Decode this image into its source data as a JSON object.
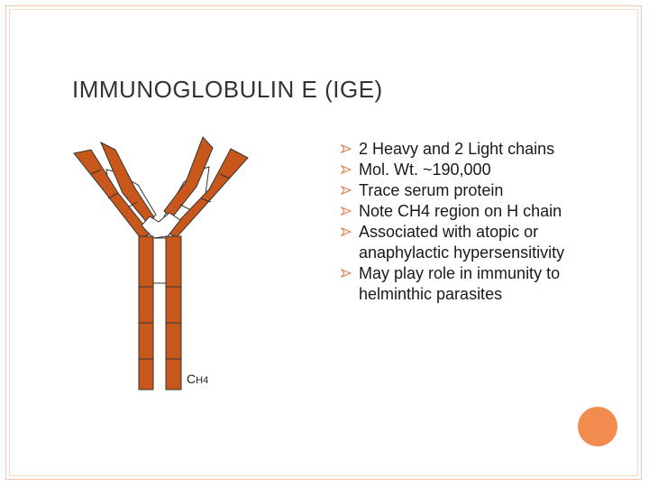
{
  "slide": {
    "title": "IMMUNOGLOBULIN E (IGE)",
    "bullets": [
      "2 Heavy and 2 Light chains",
      "Mol. Wt. ~190,000",
      "Trace serum protein",
      "Note CH4 region on H chain",
      "Associated with atopic or anaphylactic hypersensitivity",
      "May play role in immunity to helminthic parasites"
    ],
    "ch4_label": {
      "main": "C",
      "sub": "H4"
    }
  },
  "colors": {
    "heavy_chain": "#c8571b",
    "accent": "#f28b4e",
    "border": "#f3c5ab"
  },
  "icons": {
    "bullet": "arrow-bullet-icon",
    "decoration": "orange-circle-icon"
  }
}
